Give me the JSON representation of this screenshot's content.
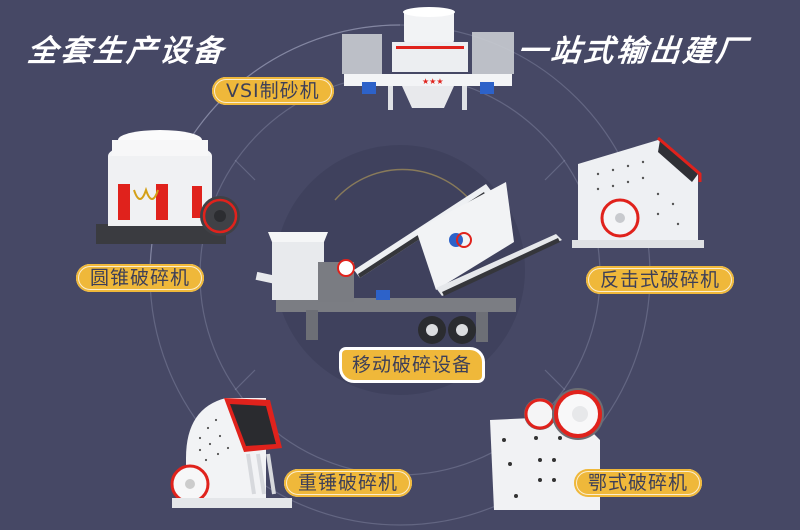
{
  "header": {
    "title_left": "全套生产设备",
    "title_right": "一站式输出建厂"
  },
  "products": [
    {
      "id": "vsi",
      "label": "VSI制砂机"
    },
    {
      "id": "cone",
      "label": "圆锥破碎机"
    },
    {
      "id": "impact",
      "label": "反击式破碎机"
    },
    {
      "id": "mobile",
      "label": "移动破碎设备"
    },
    {
      "id": "hammer",
      "label": "重锤破碎机"
    },
    {
      "id": "jaw",
      "label": "鄂式破碎机"
    }
  ],
  "colors": {
    "background": "#464865",
    "label_fill": "#efb83a",
    "label_text": "#3d3f58",
    "accent_red": "#e0221c",
    "machine_white": "#eef0f3",
    "machine_gray": "#6d6f76"
  }
}
